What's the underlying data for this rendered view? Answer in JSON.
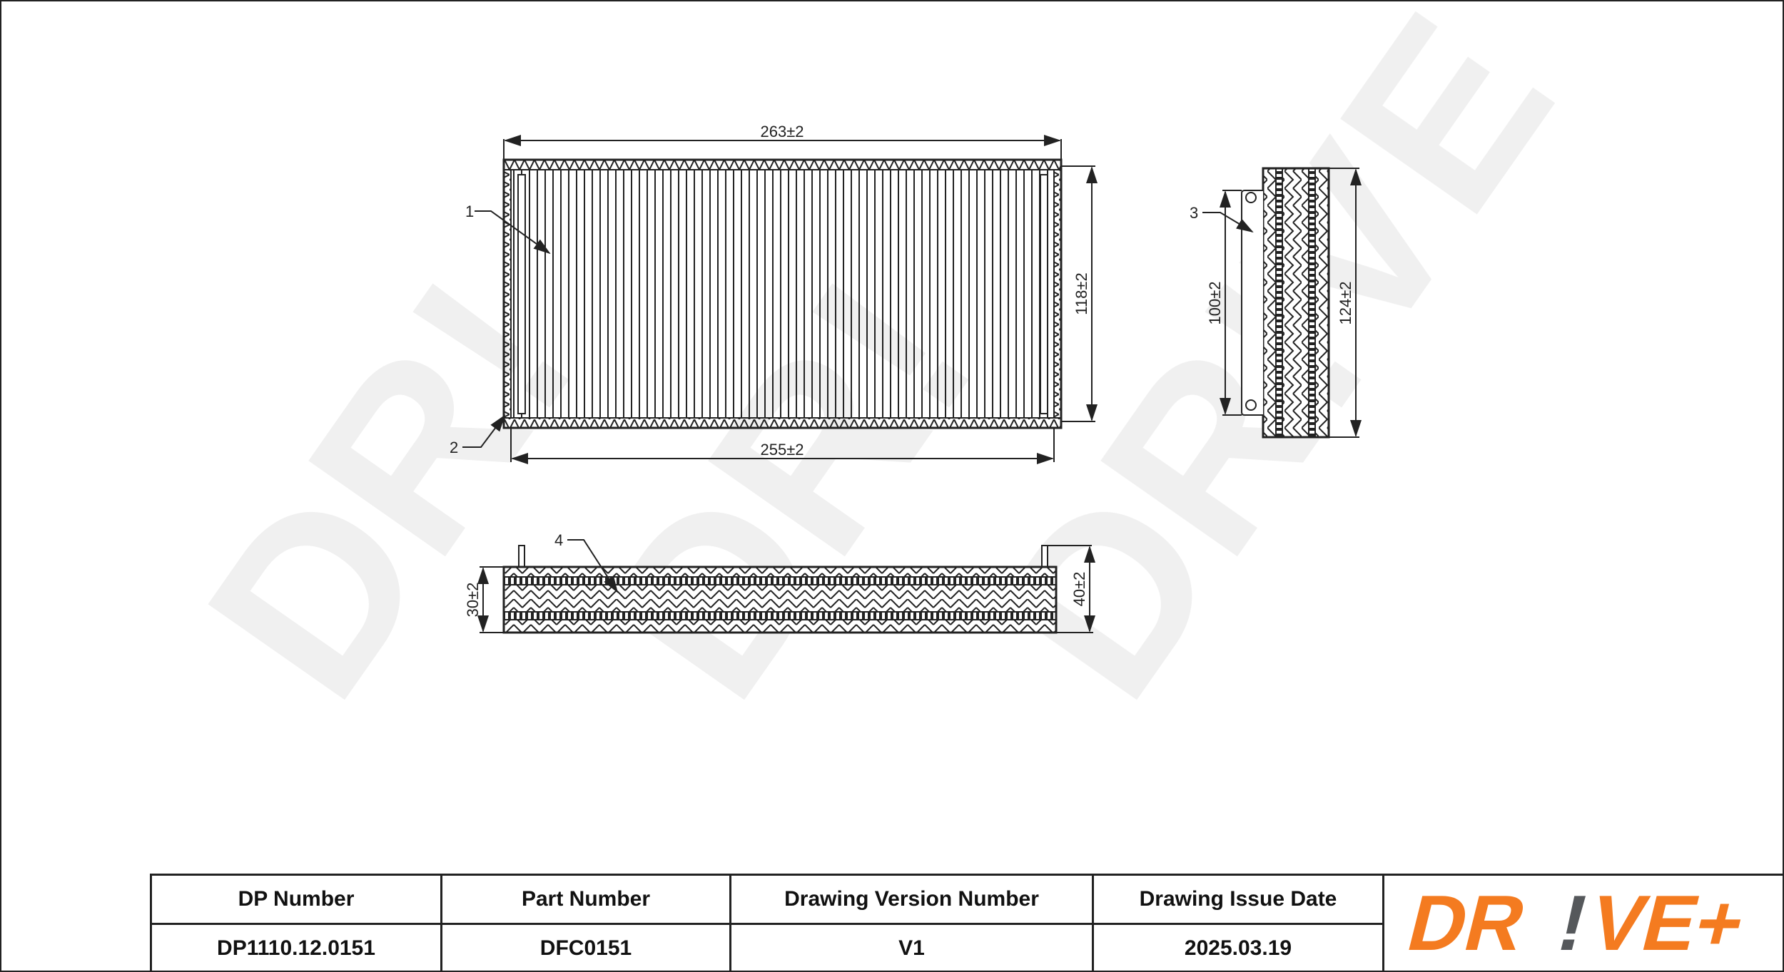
{
  "drawing": {
    "front_view": {
      "dim_width_outer": "263±2",
      "dim_width_inner": "255±2",
      "dim_height": "118±2",
      "callouts": [
        "1",
        "2"
      ]
    },
    "side_view": {
      "dim_height_total": "124±2",
      "dim_tab_spacing": "100±2",
      "callouts": [
        "3"
      ]
    },
    "bottom_view": {
      "dim_height_body": "30±2",
      "dim_height_total": "40±2",
      "callouts": [
        "4"
      ]
    },
    "watermark": "DR!VE+"
  },
  "title_block": {
    "headers": [
      "DP Number",
      "Part Number",
      "Drawing Version Number",
      "Drawing Issue Date"
    ],
    "values": [
      "DP1110.12.0151",
      "DFC0151",
      "V1",
      "2025.03.19"
    ]
  },
  "logo": {
    "text_left": "DR",
    "text_mark": "!",
    "text_right": "VE+",
    "color_primary": "#F47B20",
    "color_mark": "#55585B"
  }
}
